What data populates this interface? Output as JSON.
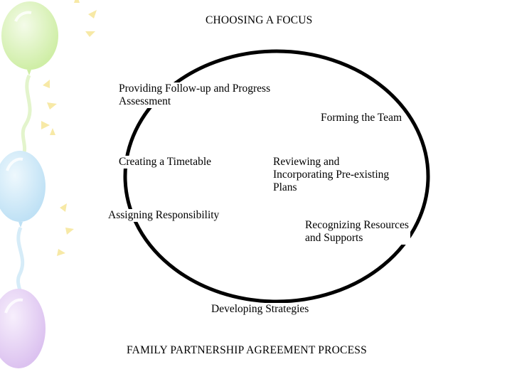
{
  "title": "CHOOSING A FOCUS",
  "footer": "FAMILY PARTNERSHIP AGREEMENT PROCESS",
  "steps": {
    "followup": {
      "line1": "Providing Follow-up and Progress",
      "line2": "Assessment"
    },
    "team": "Forming the Team",
    "timetable": "Creating a Timetable",
    "review": {
      "line1": "Reviewing and",
      "line2": "Incorporating Pre-existing",
      "line3": "Plans"
    },
    "assign": "Assigning Responsibility",
    "resources": {
      "line1": "Recognizing Resources",
      "line2": "and Supports"
    },
    "strategies": "Developing Strategies"
  },
  "colors": {
    "balloon_green": "#d9f2b8",
    "balloon_blue": "#c7e6f7",
    "balloon_purple": "#e3cdf3",
    "ring": "#000000"
  }
}
